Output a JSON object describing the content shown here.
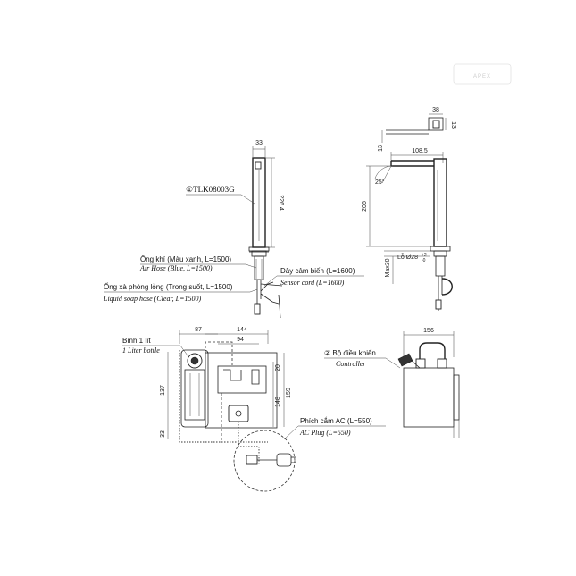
{
  "faucet": {
    "part_label": "①TLK08003G",
    "dim_top_width": "33",
    "dim_height": "226.4"
  },
  "side_view": {
    "dim_base_width": "38",
    "dim_base_height": "13",
    "dim_side_height": "13",
    "dim_spout_reach": "108.5",
    "dim_angle": "25°",
    "dim_height": "206",
    "dim_max_thickness": "Max30",
    "dim_hole": "Lỗ Ø28",
    "dim_hole_suffix": "+2",
    "dim_hole_suffix2": "-0"
  },
  "hoses": {
    "air_hose_vi": "Ống khí (Màu xanh, L=1500)",
    "air_hose_en": "Air Hose (Blue, L=1500)",
    "sensor_cord_vi": "Dây cảm biến (L=1600)",
    "sensor_cord_en": "Sensor cord (L=1600)",
    "soap_hose_vi": "Ống xà phòng lỏng (Trong suốt, L=1500)",
    "soap_hose_en": "Liquid soap hose (Clear, L=1500)"
  },
  "bottle_unit": {
    "bottle_vi": "Bình 1 lít",
    "bottle_en": "1 Liter bottle",
    "dim_87": "87",
    "dim_144": "144",
    "dim_94": "94",
    "dim_20": "20",
    "dim_137": "137",
    "dim_148": "148",
    "dim_159": "159",
    "dim_33": "33"
  },
  "plug": {
    "plug_vi": "Phích cắm AC (L=550)",
    "plug_en": "AC Plug (L=550)"
  },
  "controller": {
    "part_vi": "② Bộ điều khiển",
    "part_en": "Controller",
    "dim_width": "156"
  },
  "watermark": {
    "text": "APEX"
  }
}
